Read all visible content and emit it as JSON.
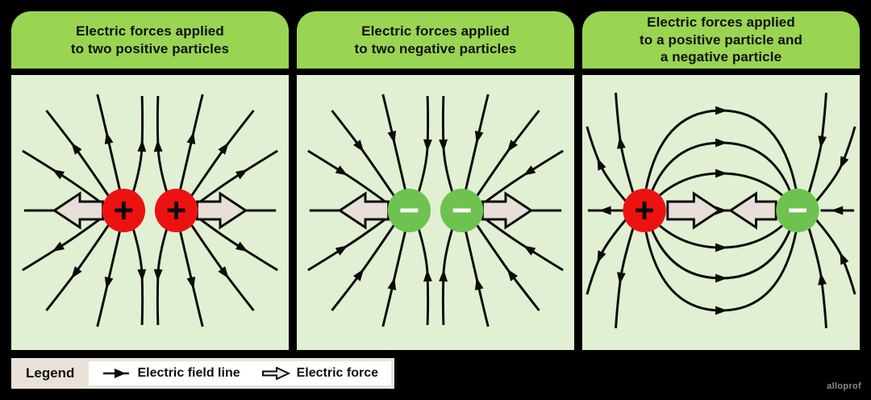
{
  "figure": {
    "panels": [
      {
        "title": "Electric forces applied\nto two positive particles",
        "charges": [
          {
            "symbol": "+",
            "type": "positive"
          },
          {
            "symbol": "+",
            "type": "positive"
          }
        ]
      },
      {
        "title": "Electric forces applied\nto two negative particles",
        "charges": [
          {
            "symbol": "−",
            "type": "negative"
          },
          {
            "symbol": "−",
            "type": "negative"
          }
        ]
      },
      {
        "title": "Electric forces applied\nto a positive particle and\na negative particle",
        "charges": [
          {
            "symbol": "+",
            "type": "positive"
          },
          {
            "symbol": "−",
            "type": "negative"
          }
        ]
      }
    ],
    "legend": {
      "label": "Legend",
      "items": [
        {
          "icon": "field-line-icon",
          "label": "Electric field line"
        },
        {
          "icon": "force-arrow-icon",
          "label": "Electric force"
        }
      ]
    },
    "watermark": "alloprof",
    "colors": {
      "header_green": "#9ad453",
      "panel_background": "#e1f0d2",
      "positive_red": "#ec1212",
      "negative_green": "#6ec250",
      "force_arrow_fill": "#e7dfd8",
      "legend_background": "#eae2d9",
      "line_black": "#0b0b0b",
      "background": "#000000"
    }
  }
}
